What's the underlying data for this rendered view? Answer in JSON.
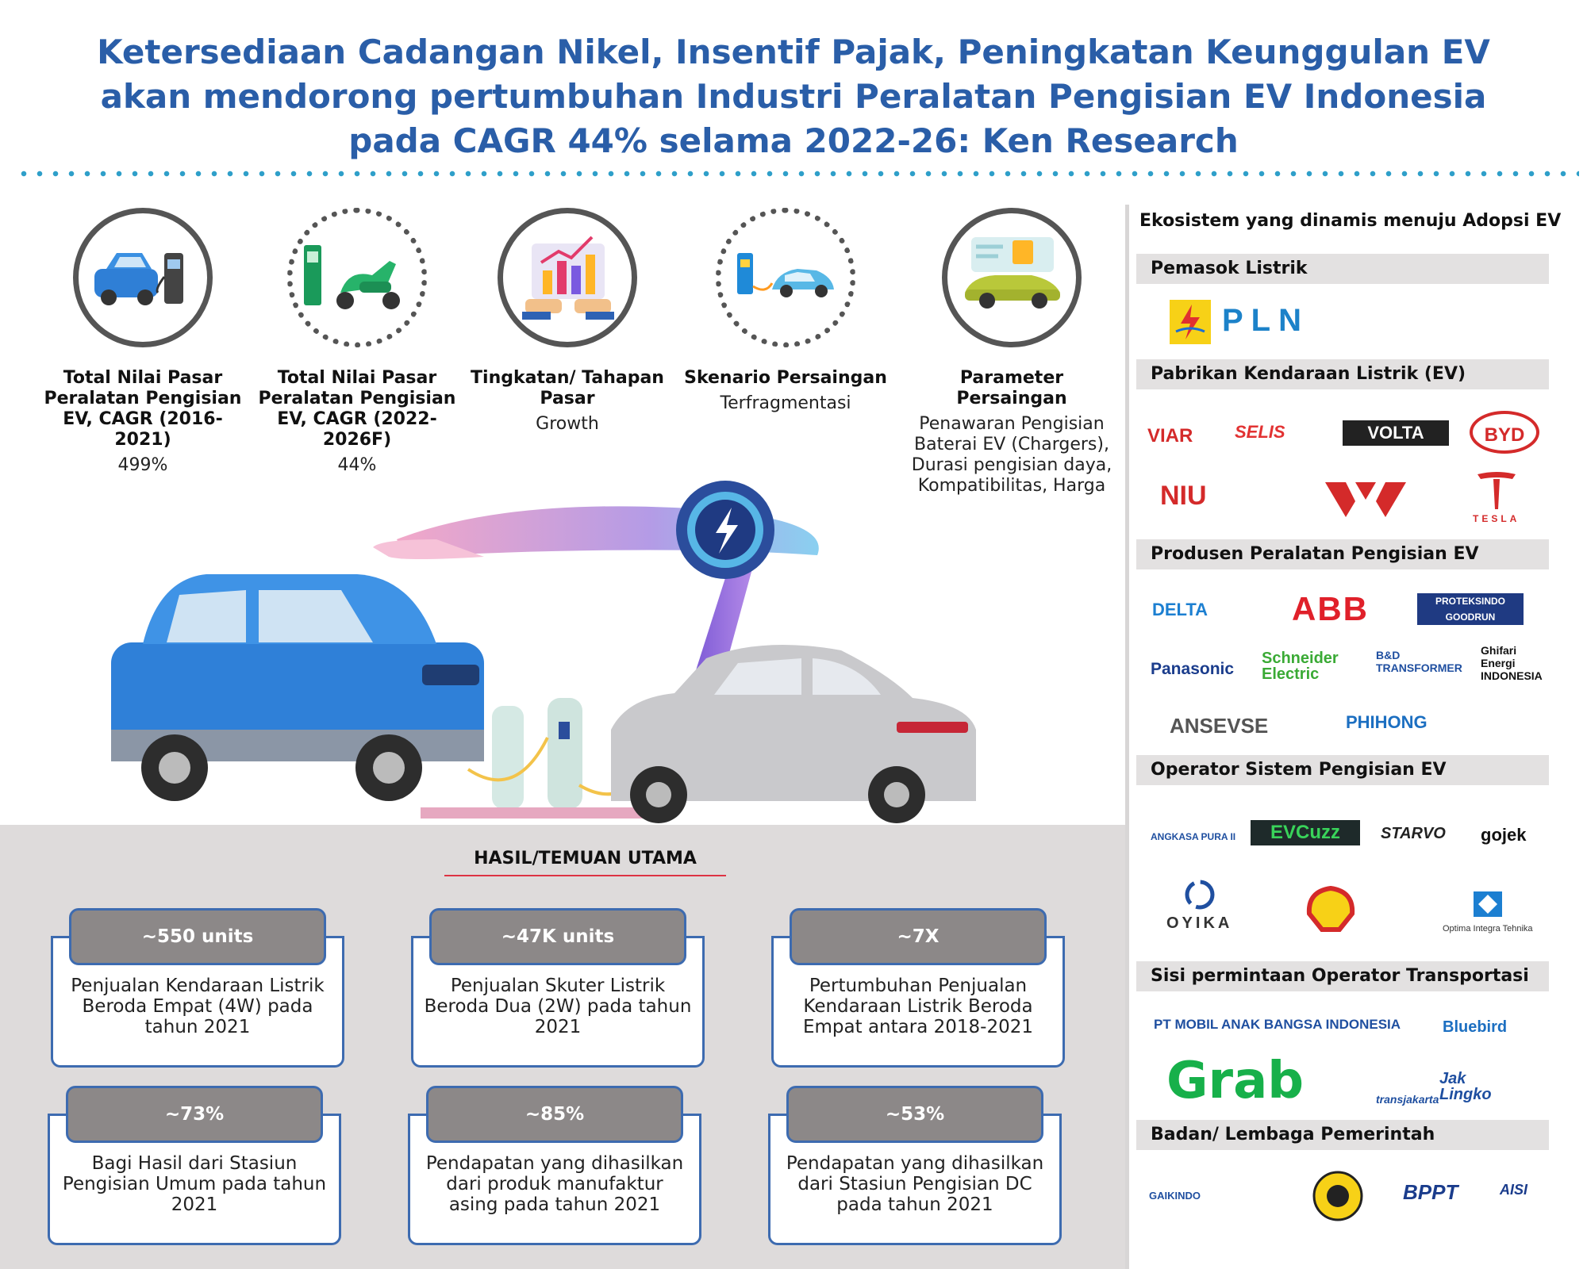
{
  "title": {
    "line1": "Ketersediaan Cadangan Nikel, Insentif Pajak, Peningkatan Keunggulan EV",
    "line2": "akan mendorong pertumbuhan Industri Peralatan Pengisian EV Indonesia",
    "line3": "pada CAGR 44% selama 2022-26: Ken Research"
  },
  "stats": [
    {
      "label": "Total Nilai Pasar Peralatan Pengisian EV, CAGR (2016-2021)",
      "value": "499%",
      "icon": "car-charger-icon"
    },
    {
      "label": "Total Nilai Pasar Peralatan Pengisian EV, CAGR (2022-2026F)",
      "value": "44%",
      "icon": "scooter-charger-icon"
    },
    {
      "label": "Tingkatan/ Tahapan Pasar",
      "value": "Growth",
      "icon": "growth-chart-icon"
    },
    {
      "label": "Skenario Persaingan",
      "value": "Terfragmentasi",
      "icon": "ev-plug-icon"
    },
    {
      "label": "Parameter Persaingan",
      "value": "Penawaran Pengisian Baterai EV (Chargers), Durasi pengisian daya, Kompatibilitas, Harga",
      "icon": "charging-station-icon"
    }
  ],
  "findings": {
    "title": "HASIL/TEMUAN UTAMA",
    "cards": [
      {
        "value": "~550 units",
        "text": "Penjualan Kendaraan Listrik Beroda Empat (4W) pada tahun 2021"
      },
      {
        "value": "~47K units",
        "text": "Penjualan Skuter Listrik Beroda Dua (2W) pada tahun 2021"
      },
      {
        "value": "~7X",
        "text": "Pertumbuhan Penjualan Kendaraan Listrik Beroda Empat  antara 2018-2021"
      },
      {
        "value": "~73%",
        "text": "Bagi Hasil dari Stasiun Pengisian Umum pada tahun 2021"
      },
      {
        "value": "~85%",
        "text": "Pendapatan yang dihasilkan dari produk manufaktur asing pada tahun 2021"
      },
      {
        "value": "~53%",
        "text": "Pendapatan yang dihasilkan dari Stasiun Pengisian DC pada tahun 2021"
      }
    ]
  },
  "sidebar": {
    "title": "Ekosistem yang dinamis menuju Adopsi EV",
    "sections": [
      {
        "heading": "Pemasok Listrik",
        "logos": [
          "PLN"
        ]
      },
      {
        "heading": "Pabrikan Kendaraan Listrik (EV)",
        "logos": [
          "VIAR",
          "SELIS",
          "VOLTA",
          "BYD",
          "NIU",
          "Wuling",
          "TESLA"
        ]
      },
      {
        "heading": "Produsen Peralatan Pengisian EV",
        "logos": [
          "DELTA",
          "ABB",
          "PROTEKSINDO GOODRUN",
          "Panasonic",
          "Schneider Electric",
          "B&D TRANSFORMER",
          "Ghifari Energi INDONESIA",
          "ANSEVSE",
          "PHIHONG"
        ]
      },
      {
        "heading": "Operator Sistem Pengisian EV",
        "logos": [
          "ANGKASA PURA II",
          "EVCuzz",
          "STARVO",
          "gojek",
          "OYIKA",
          "Shell",
          "Optima Integra Tehnika"
        ]
      },
      {
        "heading": "Sisi permintaan Operator Transportasi",
        "logos": [
          "PT MOBIL ANAK BANGSA INDONESIA",
          "Bluebird",
          "Grab",
          "transjakarta",
          "Jak Lingko"
        ]
      },
      {
        "heading": "Badan/ Lembaga  Pemerintah",
        "logos": [
          "GAIKINDO",
          "ESDM",
          "BPPT",
          "AISI"
        ]
      }
    ]
  },
  "colors": {
    "title": "#2a5ea8",
    "accent_dots": "#2e9fc9",
    "card_border": "#3d6bb0",
    "pill": "#8c8888",
    "findings_bg": "#dedbdb"
  }
}
